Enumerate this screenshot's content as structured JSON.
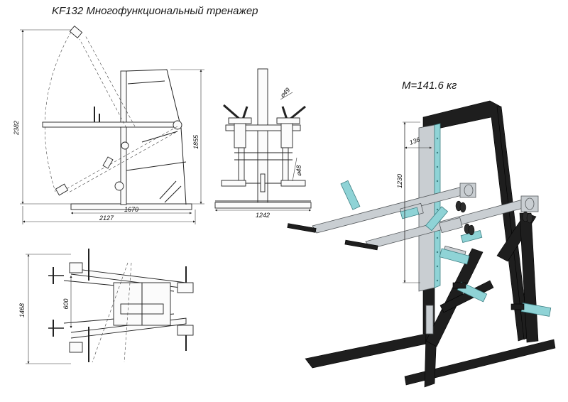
{
  "title": "KF132 Многофункциональный тренажер",
  "mass_label": "M=141.6 кг",
  "side_view": {
    "height_total": "2382",
    "height_frame": "1855",
    "base_length": "1670",
    "overall_length": "2127"
  },
  "front_view": {
    "tube_diameter": "⌀49",
    "peg_diameter": "⌀48",
    "base_width": "1242"
  },
  "top_view": {
    "overall_width": "1468",
    "handle_spacing": "600"
  },
  "iso_view": {
    "column_offset": "136",
    "column_height": "1230"
  },
  "colors": {
    "frame": "#1e1e1e",
    "steel": "#c9ced2",
    "grip": "#8fd3d6"
  }
}
